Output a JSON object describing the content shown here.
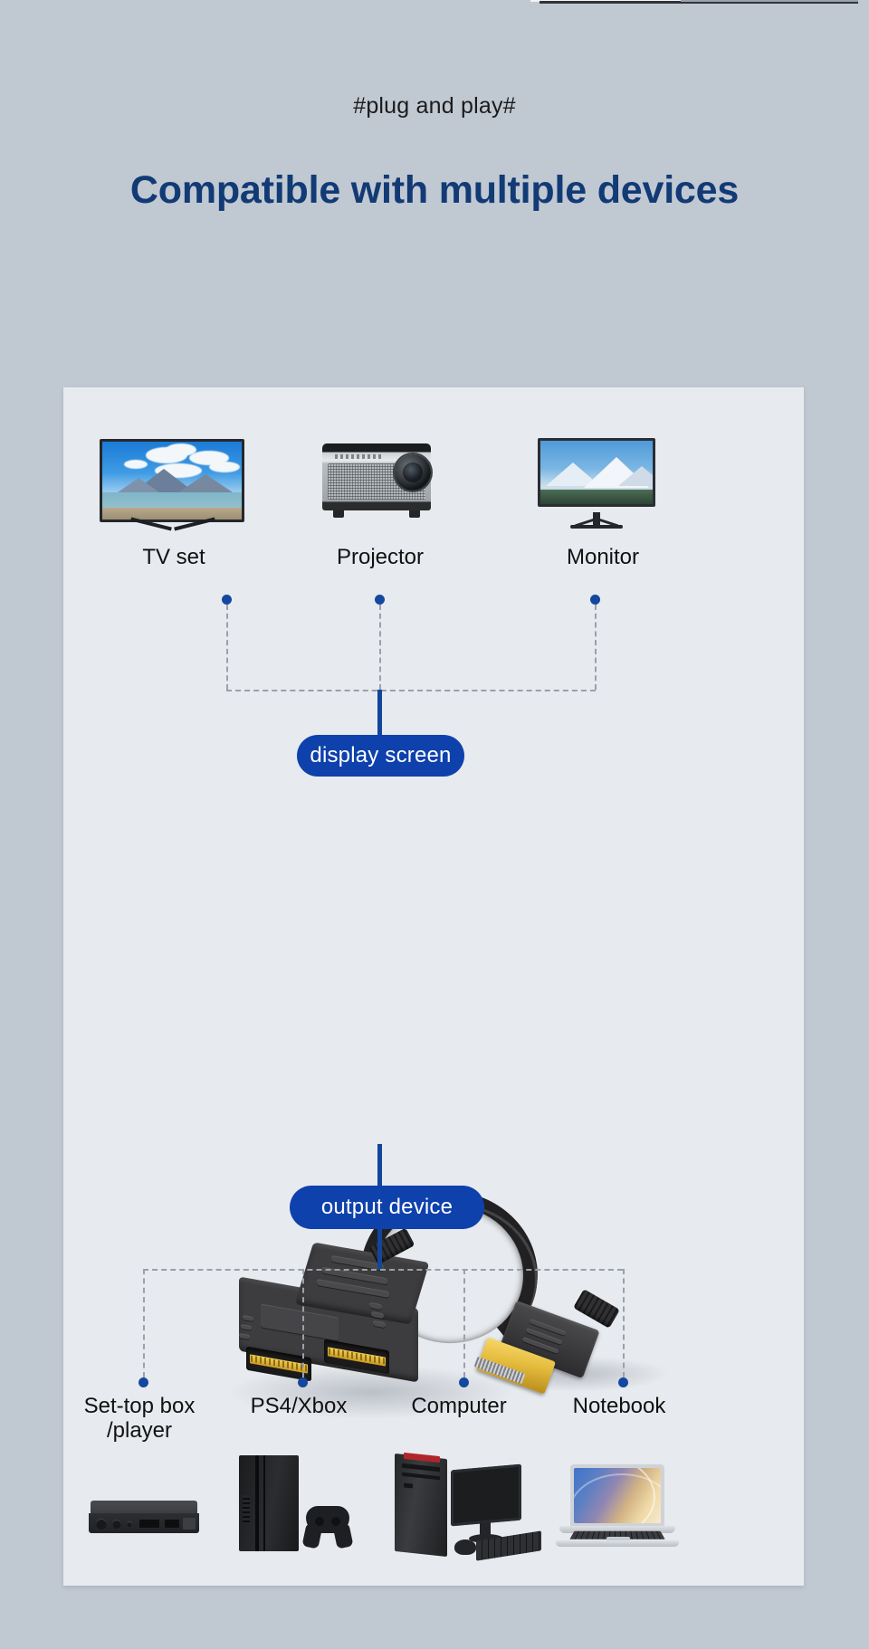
{
  "page": {
    "kicker": "#plug and play#",
    "headline": "Compatible with multiple devices",
    "background_color": "#c0c8d2",
    "panel_color": "#e7eaee",
    "headline_color": "#123a75",
    "accent_blue": "#0e41ac",
    "dash_color": "#9aa1ab"
  },
  "display_group": {
    "badge": "display screen",
    "devices": [
      {
        "label": "TV set",
        "icon": "tv-icon"
      },
      {
        "label": "Projector",
        "icon": "projector-icon"
      },
      {
        "label": "Monitor",
        "icon": "monitor-icon"
      }
    ]
  },
  "product": {
    "name": "hdmi-splitter-cable",
    "ports": [
      "hdmi-female-port-1",
      "hdmi-female-port-2"
    ],
    "plug": "hdmi-male-plug"
  },
  "output_group": {
    "badge": "output device",
    "devices": [
      {
        "label": "Set-top box\n/player",
        "icon": "set-top-box-icon"
      },
      {
        "label": "PS4/Xbox",
        "icon": "game-console-icon"
      },
      {
        "label": "Computer",
        "icon": "desktop-computer-icon"
      },
      {
        "label": "Notebook",
        "icon": "laptop-icon"
      }
    ]
  }
}
